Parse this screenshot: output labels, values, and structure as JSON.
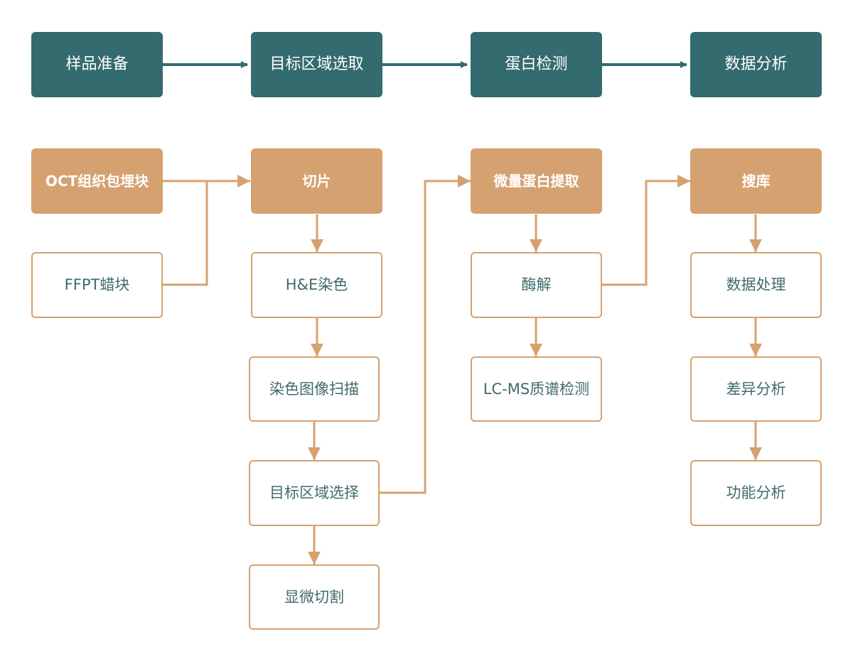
{
  "colors": {
    "teal": "#336b6e",
    "tan": "#d6a170",
    "text_dark": "#3f6b6b"
  },
  "top_row": [
    "样品准备",
    "目标区域选取",
    "蛋白检测",
    "数据分析"
  ],
  "col1": {
    "header": "OCT组织包埋块",
    "item": "FFPT蜡块"
  },
  "col2": {
    "header": "切片",
    "items": [
      "H&E染色",
      "染色图像扫描",
      "目标区域选择",
      "显微切割"
    ]
  },
  "col3": {
    "header": "微量蛋白提取",
    "items": [
      "酶解",
      "LC-MS质谱检测"
    ]
  },
  "col4": {
    "header": "搜库",
    "items": [
      "数据处理",
      "差异分析",
      "功能分析"
    ]
  }
}
